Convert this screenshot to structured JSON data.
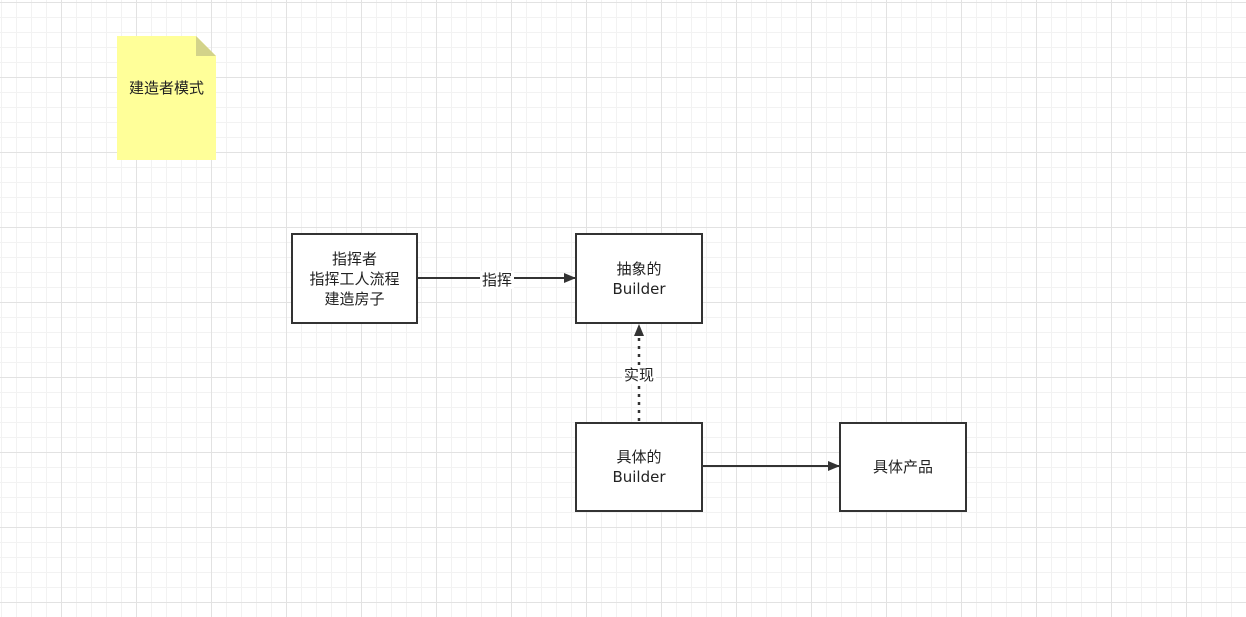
{
  "note": {
    "text": "建造者模式"
  },
  "nodes": {
    "director": "指挥者\n指挥工人流程\n建造房子",
    "abstract_builder": "抽象的\nBuilder",
    "concrete_builder": "具体的\nBuilder",
    "product": "具体产品"
  },
  "edges": {
    "direct_label": "指挥",
    "implement_label": "实现"
  },
  "colors": {
    "note_fill": "#ffff99",
    "note_fold": "#d6d68a",
    "stroke": "#333333",
    "grid": "#e2e2e2"
  }
}
